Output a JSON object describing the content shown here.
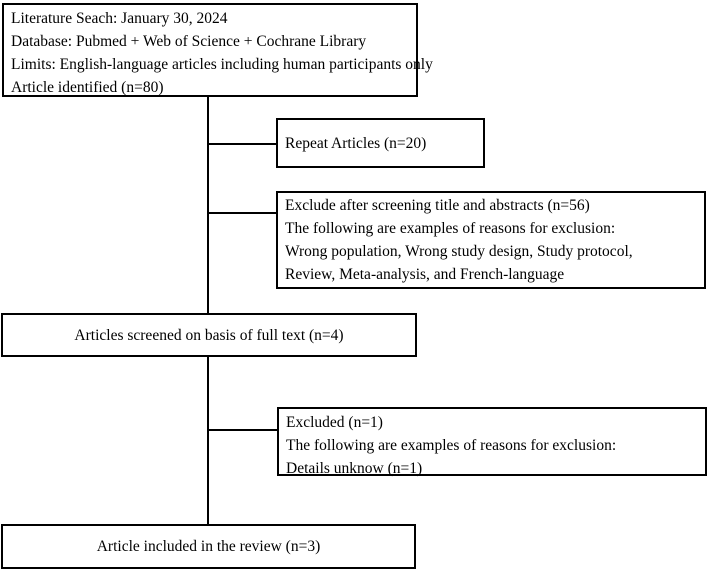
{
  "colors": {
    "line": "#000000",
    "text": "#000000",
    "background": "#ffffff"
  },
  "flowchart": {
    "identification": {
      "lines": [
        "Literature Seach: January 30, 2024",
        "Database: Pubmed + Web of Science + Cochrane Library",
        "Limits: English-language articles including human participants only",
        "Article identified (n=80)"
      ]
    },
    "repeat_articles": {
      "lines": [
        "Repeat Articles (n=20)"
      ]
    },
    "title_abstract_exclusion": {
      "lines": [
        "Exclude after screening title and abstracts (n=56)",
        "The following are examples of reasons for exclusion:",
        "Wrong population, Wrong study design, Study protocol,",
        "Review, Meta-analysis, and French-language"
      ]
    },
    "full_text_screening": {
      "text": "Articles screened on basis of full text (n=4)"
    },
    "full_text_exclusion": {
      "lines": [
        "Excluded (n=1)",
        "The following are examples of reasons for exclusion:",
        "Details unknow (n=1)"
      ]
    },
    "included": {
      "text": "Article included in the review (n=3)"
    }
  }
}
